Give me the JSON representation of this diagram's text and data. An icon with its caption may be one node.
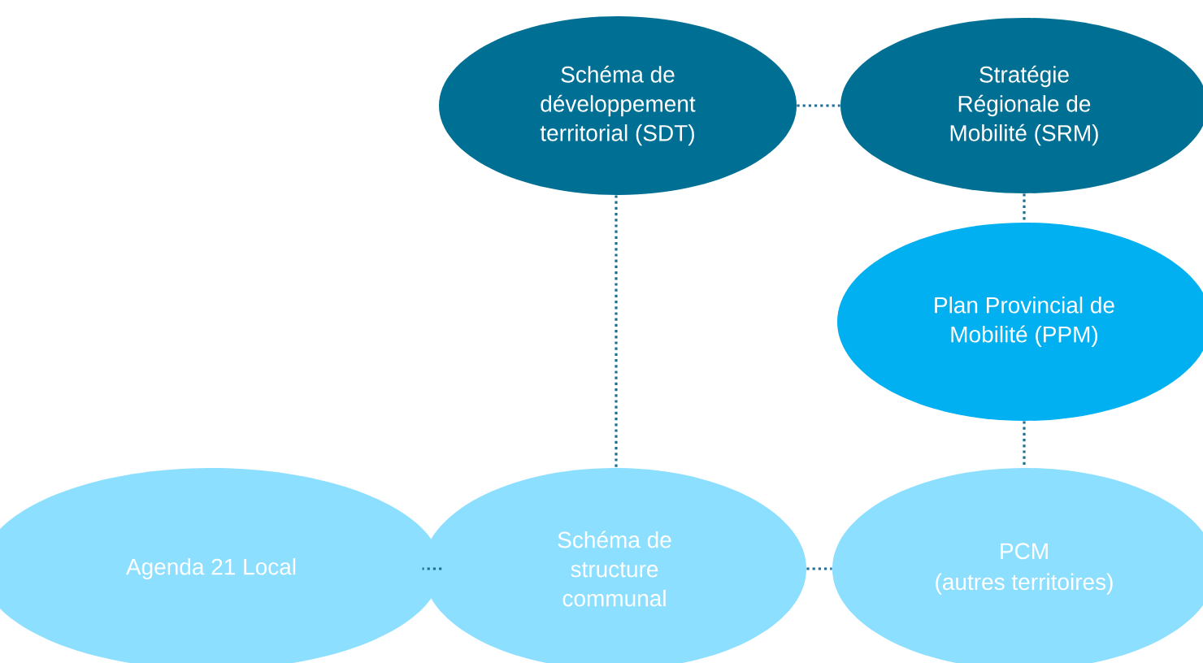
{
  "diagram": {
    "nodes": [
      {
        "text": [
          "Schéma de développement territorial (SDT)"
        ]
      },
      {
        "text": [
          "Stratégie Régionale de Mobilité (SRM)"
        ]
      },
      {
        "text": [
          "Plan Provincial de Mobilité (PPM)"
        ]
      },
      {
        "text": [
          "Agenda 21 Local"
        ]
      },
      {
        "text": [
          "Schéma de structure communal"
        ]
      },
      {
        "text": [
          "PCM",
          "(autres territoires)"
        ]
      }
    ],
    "edges": [
      {
        "from": 0,
        "to": 1,
        "arrow": "none"
      },
      {
        "from": 1,
        "to": 2,
        "arrow": "none"
      },
      {
        "from": 0,
        "to": 4,
        "arrow": "none"
      },
      {
        "from": 2,
        "to": 5,
        "arrow": "none"
      },
      {
        "from": 3,
        "to": 4,
        "arrow": "none"
      },
      {
        "from": 4,
        "to": 5,
        "arrow": "none"
      }
    ]
  }
}
